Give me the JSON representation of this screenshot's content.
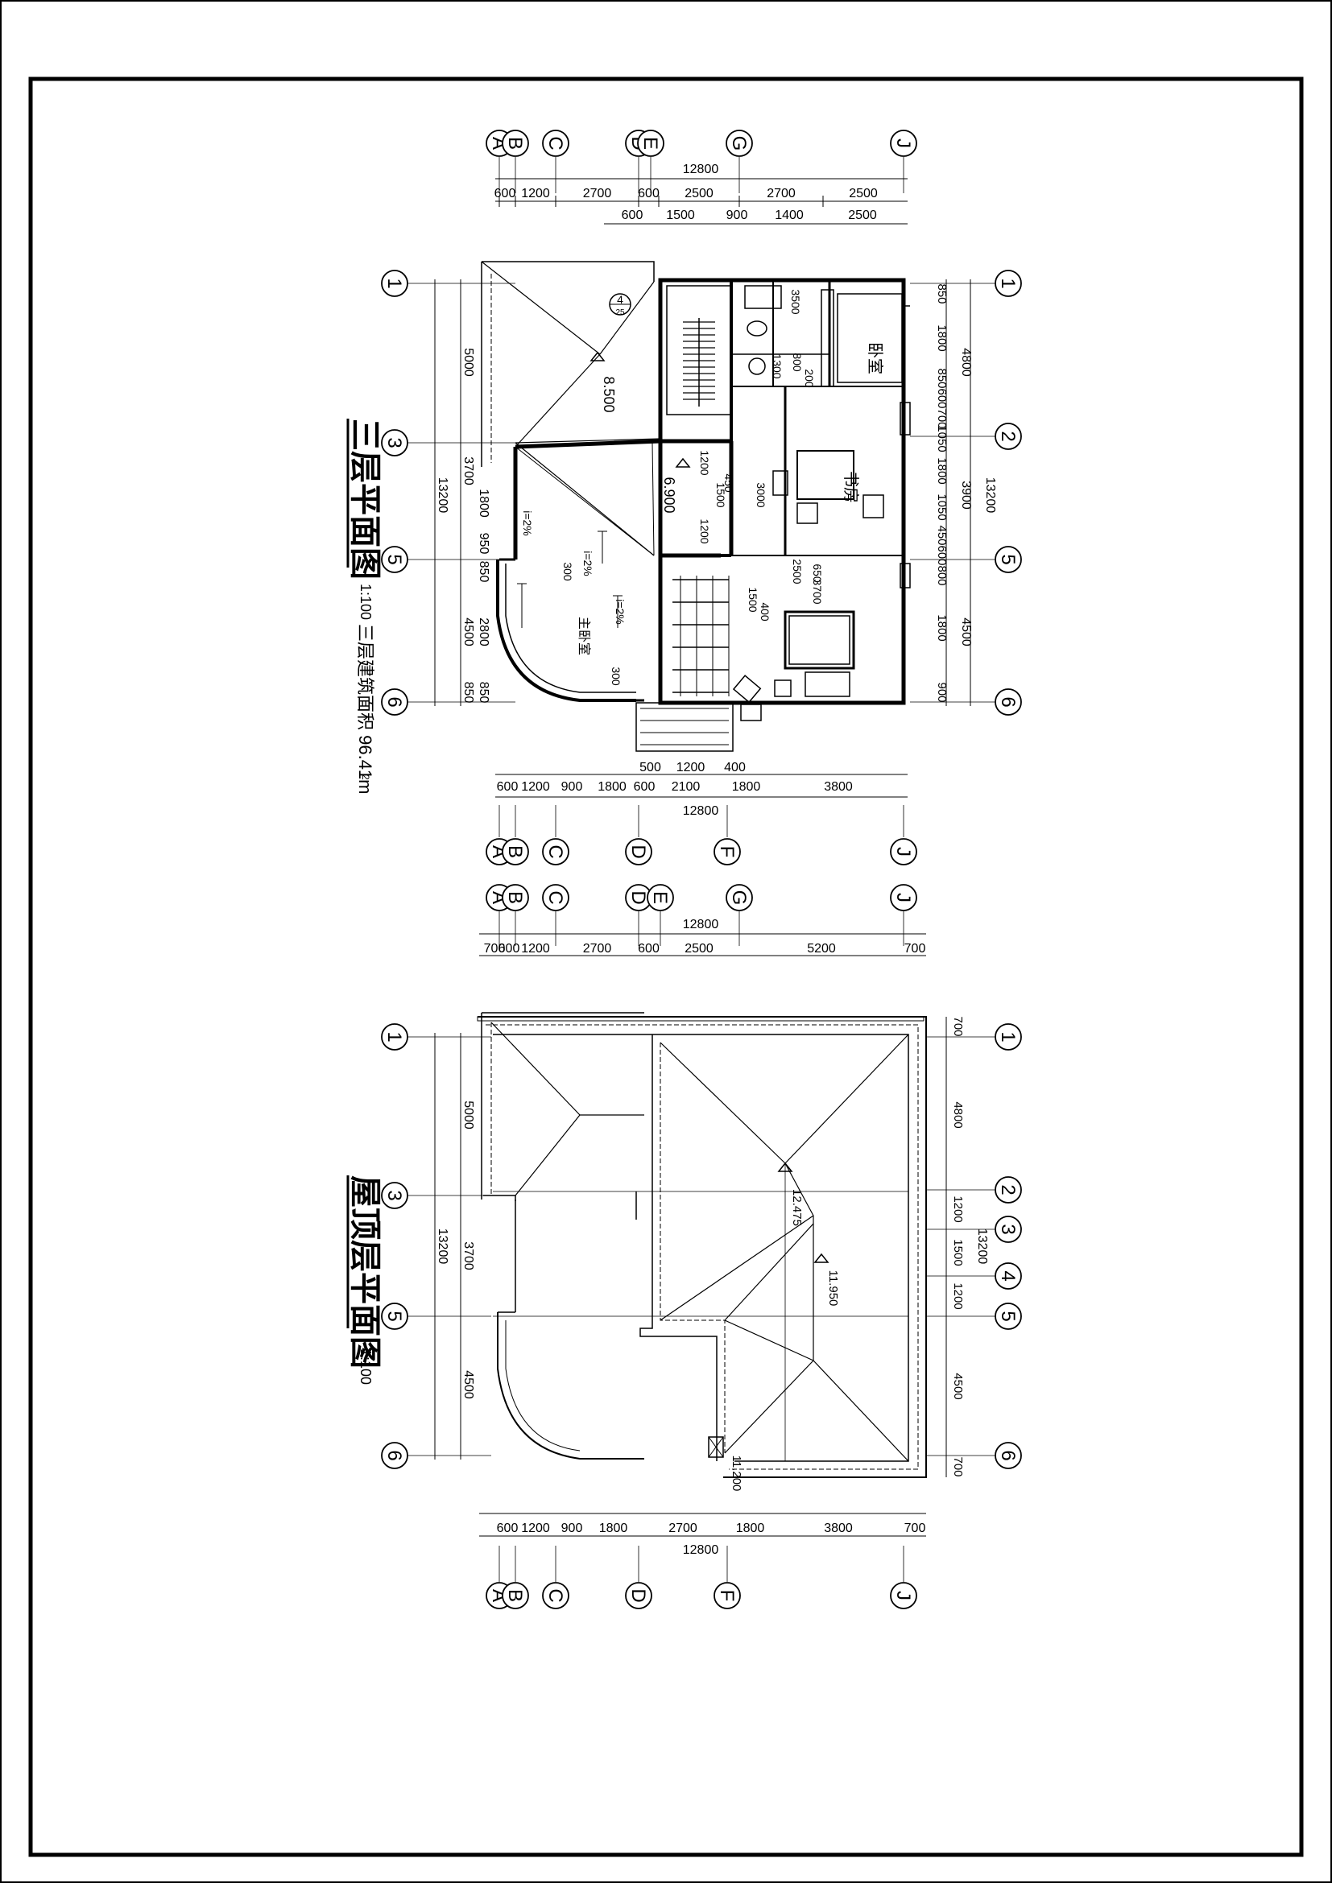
{
  "plans": [
    {
      "title": "三层平面图",
      "scale": "1:100",
      "area_note": "三层建筑面积 96.41m",
      "area_sup": "2",
      "grid_letters_top": [
        "A",
        "B",
        "C",
        "D",
        "E",
        "G",
        "J"
      ],
      "grid_letters_bottom": [
        "A",
        "B",
        "C",
        "D",
        "F",
        "J"
      ],
      "grid_numbers": [
        "1",
        "3",
        "5",
        "6"
      ],
      "grid_numbers_right": [
        "1",
        "2",
        "5",
        "6"
      ],
      "overall_dim": "12800",
      "dims_top_row1": [
        "600",
        "1200",
        "2700",
        "600",
        "2500",
        "2700",
        "2500"
      ],
      "dims_top_row2": [
        "600",
        "1500",
        "900",
        "1400",
        "2500"
      ],
      "dims_bottom_row1": [
        "600",
        "1200",
        "900",
        "1800",
        "600",
        "2100",
        "1800",
        "3800"
      ],
      "dims_bottom_row2": [
        "500",
        "1200",
        "400"
      ],
      "dims_left": [
        "5000",
        "3700",
        "1800",
        "950",
        "850",
        "2800",
        "850",
        "4500",
        "850"
      ],
      "dims_left_total": "13200",
      "dims_right": [
        "850",
        "1800",
        "850",
        "600",
        "700",
        "1050",
        "1800",
        "1050",
        "450",
        "600",
        "800",
        "1800",
        "900"
      ],
      "dims_right_major": [
        "4800",
        "3900",
        "4500"
      ],
      "dims_right_total": "13200",
      "room_labels": [
        "卧室",
        "书房",
        "主卧室"
      ],
      "misc_labels": [
        "8.500",
        "6.900",
        "i=2%",
        "i=2%",
        "i=2%",
        "300",
        "300",
        "1200",
        "1500",
        "1200",
        "3000",
        "3700",
        "1500",
        "400",
        "200",
        "800",
        "1300",
        "2500",
        "3500",
        "650",
        "450"
      ],
      "section_marker_num": "4",
      "section_marker_sub": "25"
    },
    {
      "title": "屋顶层平面图",
      "scale": "1:100",
      "grid_letters_top": [
        "A",
        "B",
        "C",
        "D",
        "E",
        "G",
        "J"
      ],
      "grid_letters_bottom": [
        "A",
        "B",
        "C",
        "D",
        "F",
        "J"
      ],
      "grid_numbers": [
        "1",
        "3",
        "5",
        "6"
      ],
      "grid_numbers_right": [
        "1",
        "2",
        "3",
        "4",
        "5",
        "6"
      ],
      "overall_dim": "12800",
      "dims_top": [
        "700",
        "600",
        "1200",
        "2700",
        "600",
        "2500",
        "5200",
        "700"
      ],
      "dims_bottom": [
        "600",
        "1200",
        "900",
        "1800",
        "2700",
        "1800",
        "3800",
        "700"
      ],
      "dims_left": [
        "5000",
        "3700",
        "4500"
      ],
      "dims_left_total": "13200",
      "dims_right": [
        "700",
        "4800",
        "1200",
        "1500",
        "1200",
        "4500",
        "700"
      ],
      "dims_right_total": "13200",
      "elev_labels": [
        "12.475",
        "11.950",
        "11.200"
      ]
    }
  ]
}
